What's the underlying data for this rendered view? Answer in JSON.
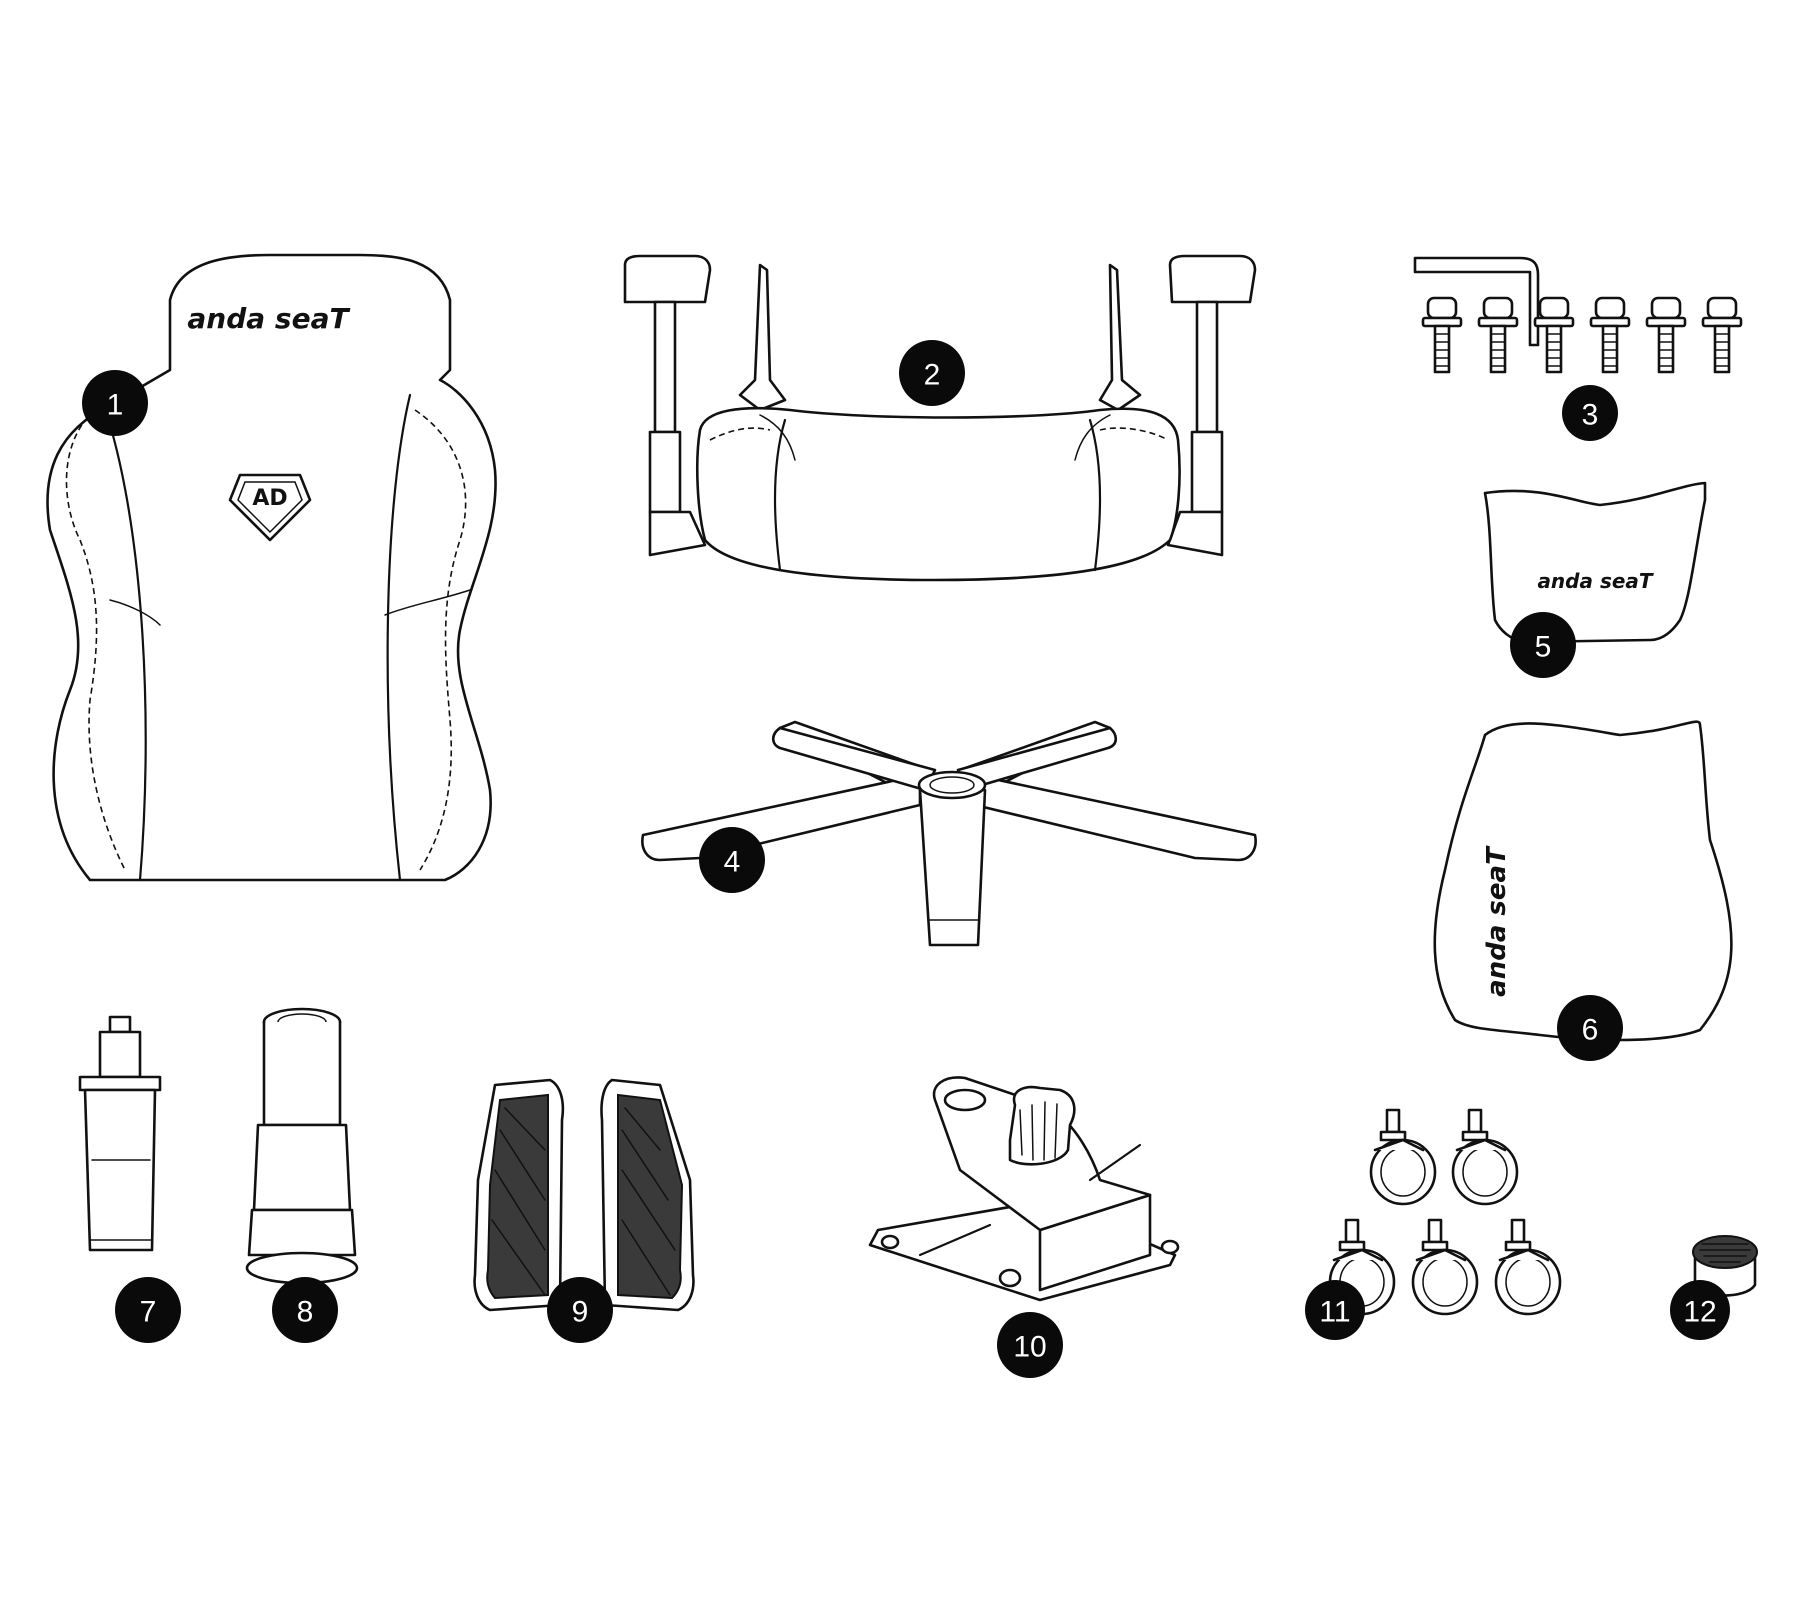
{
  "brand": {
    "logo_text": "anda seaT",
    "emblem_text": "AD"
  },
  "colors": {
    "badge": "#0a0a0a",
    "badge_text": "#ffffff",
    "outline": "#111111",
    "pad": "#3a3a3a",
    "logo_accent": "#3a2412"
  },
  "parts": [
    {
      "id": 1,
      "label": "1"
    },
    {
      "id": 2,
      "label": "2"
    },
    {
      "id": 3,
      "label": "3"
    },
    {
      "id": 4,
      "label": "4"
    },
    {
      "id": 5,
      "label": "5"
    },
    {
      "id": 6,
      "label": "6"
    },
    {
      "id": 7,
      "label": "7"
    },
    {
      "id": 8,
      "label": "8"
    },
    {
      "id": 9,
      "label": "9"
    },
    {
      "id": 10,
      "label": "10"
    },
    {
      "id": 11,
      "label": "11"
    },
    {
      "id": 12,
      "label": "12"
    }
  ]
}
